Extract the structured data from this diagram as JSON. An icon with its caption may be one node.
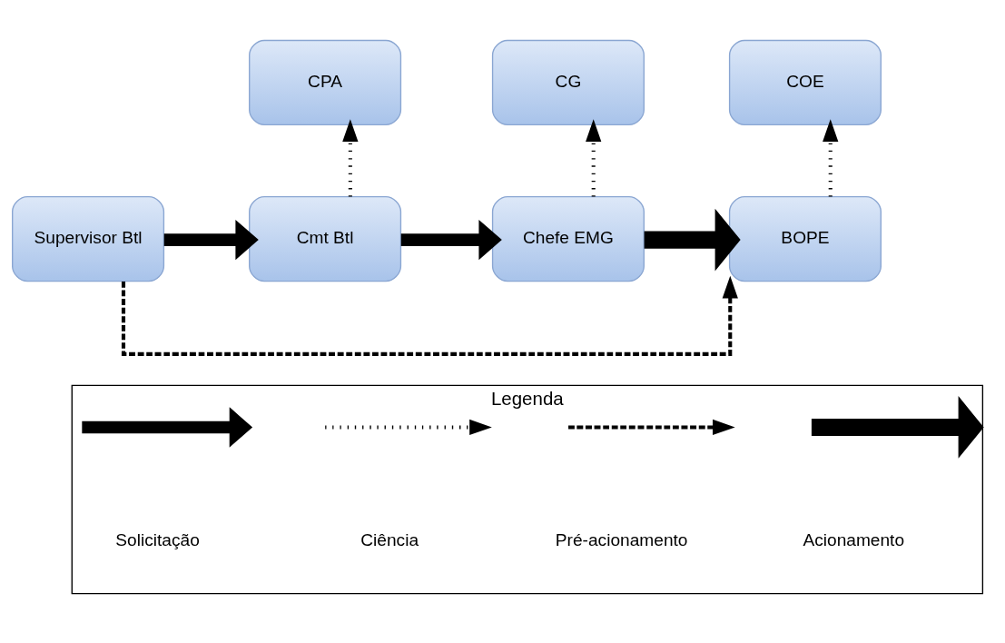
{
  "diagram": {
    "nodes": [
      {
        "text": [
          "CPA"
        ]
      },
      {
        "text": [
          "CG"
        ]
      },
      {
        "text": [
          "COE"
        ]
      },
      {
        "text": [
          "Supervisor Btl"
        ]
      },
      {
        "text": [
          "Cmt Btl"
        ]
      },
      {
        "text": [
          "Chefe EMG"
        ]
      },
      {
        "text": [
          "BOPE"
        ]
      },
      {
        "text": [
          "Legenda"
        ]
      }
    ],
    "edges": [
      {
        "from": 3,
        "to": 4,
        "arrow": "to",
        "style": "thick"
      },
      {
        "from": 4,
        "to": 5,
        "arrow": "to",
        "style": "thick"
      },
      {
        "from": 5,
        "to": 6,
        "arrow": "to",
        "style": "thick",
        "color": "#000000"
      },
      {
        "from": 4,
        "to": 0,
        "arrow": "to",
        "style": "dashed"
      },
      {
        "from": 5,
        "to": 1,
        "arrow": "to",
        "style": "dashed"
      },
      {
        "from": 6,
        "to": 2,
        "arrow": "to",
        "style": "dashed"
      },
      {
        "from": 3,
        "to": 6,
        "arrow": "to",
        "style": "dashed"
      }
    ],
    "legend": [
      {
        "text": "Solicitação"
      },
      {
        "text": "Ciência"
      },
      {
        "text": "Pré-acionamento"
      },
      {
        "text": "Acionamento"
      }
    ]
  }
}
